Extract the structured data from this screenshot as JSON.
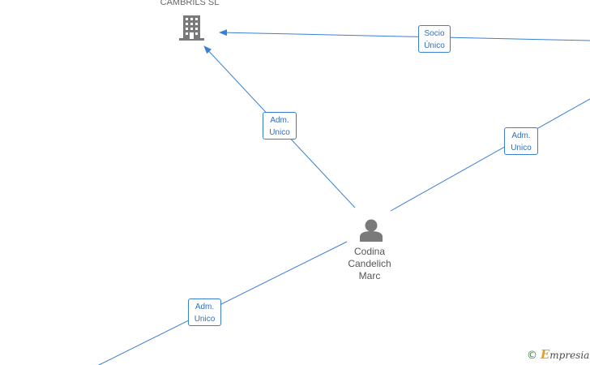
{
  "nodes": {
    "company": {
      "label": "CAMBRILS SL",
      "icon": "building-icon",
      "color": "#7a7a7a"
    },
    "person": {
      "label": "Codina\nCandelich\nMarc",
      "icon": "person-icon",
      "color": "#7a7a7a"
    }
  },
  "edges": [
    {
      "id": "socio-unico",
      "label": "Socio\nÚnico"
    },
    {
      "id": "adm-unico-company",
      "label": "Adm.\nUnico"
    },
    {
      "id": "adm-unico-right",
      "label": "Adm.\nUnico"
    },
    {
      "id": "adm-unico-lower",
      "label": "Adm.\nUnico"
    }
  ],
  "colors": {
    "edge": "#3a7fd1",
    "edge_text": "#2e6fc0"
  },
  "brand": {
    "copyright": "©",
    "name_initial": "E",
    "name_rest": "mpresia"
  }
}
